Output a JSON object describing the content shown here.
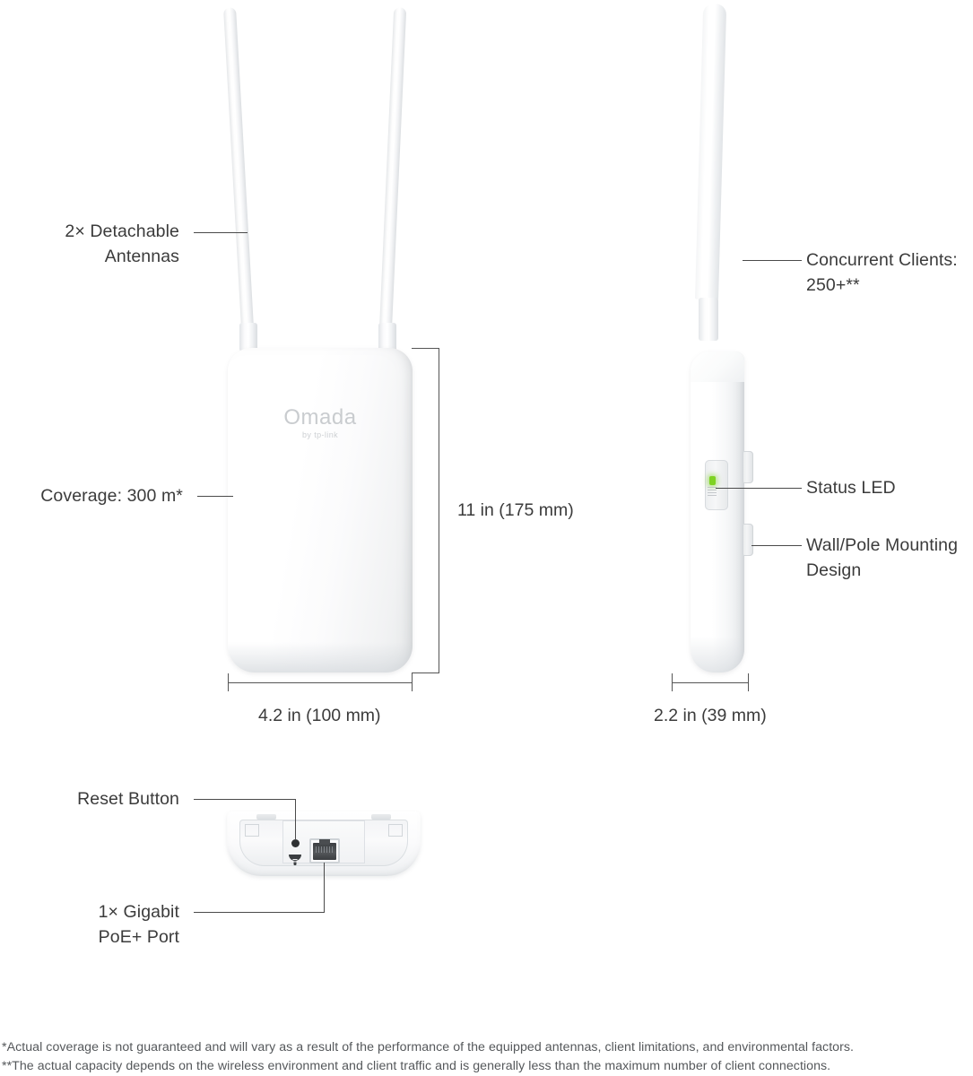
{
  "product": {
    "brand_logo": "Omada",
    "brand_sub": "by tp-link"
  },
  "callouts": {
    "antennas": "2× Detachable\nAntennas",
    "coverage": "Coverage: 300 m*",
    "concurrent_clients": "Concurrent Clients:\n 250+**",
    "status_led": "Status LED",
    "mounting": "Wall/Pole Mounting\nDesign",
    "reset_button": "Reset Button",
    "poe_port": "1× Gigabit\nPoE+ Port"
  },
  "dimensions": {
    "front_height": "11 in (175 mm)",
    "front_width": "4.2 in (100 mm)",
    "side_width": "2.2 in (39 mm)"
  },
  "footnotes": {
    "line1": "*Actual coverage is not guaranteed and will vary as a result of the performance of the equipped antennas, client limitations, and environmental factors.",
    "line2": "**The actual capacity depends on the wireless environment and client traffic and is generally less than the maximum number of client connections."
  },
  "colors": {
    "text": "#3b3b3b",
    "led_green": "#7ed321",
    "leader_line": "#4a4a4a",
    "device_white": "#ffffff",
    "logo_gray": "#c9cccf"
  }
}
